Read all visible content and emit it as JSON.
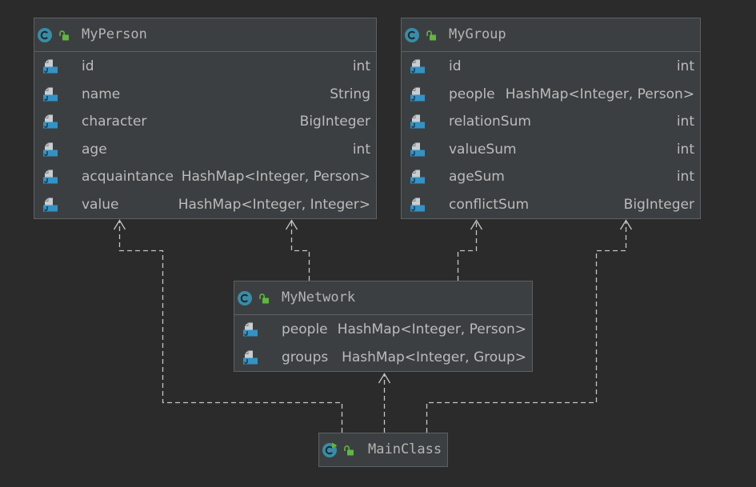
{
  "theme": {
    "background": "#2b2b2b",
    "node_fill": "#3c3f41",
    "node_border": "#5e6163",
    "text": "#bbbbbb",
    "title_text": "#b4b4b4",
    "edge": "#c4c4c4",
    "class_icon": "#3a8ca6",
    "lock_icon": "#62b543",
    "field_icon": "#3592c4"
  },
  "diagram": {
    "classes": [
      {
        "name": "MyPerson",
        "icon": "class-icon",
        "visibility_icon": "open-lock-icon",
        "fields": [
          {
            "name": "id",
            "type": "int",
            "icon": "field-icon"
          },
          {
            "name": "name",
            "type": "String",
            "icon": "field-icon"
          },
          {
            "name": "character",
            "type": "BigInteger",
            "icon": "field-icon"
          },
          {
            "name": "age",
            "type": "int",
            "icon": "field-icon"
          },
          {
            "name": "acquaintance",
            "type": "HashMap<Integer, Person>",
            "icon": "field-icon"
          },
          {
            "name": "value",
            "type": "HashMap<Integer, Integer>",
            "icon": "field-icon"
          }
        ]
      },
      {
        "name": "MyGroup",
        "icon": "class-icon",
        "visibility_icon": "open-lock-icon",
        "fields": [
          {
            "name": "id",
            "type": "int",
            "icon": "field-icon"
          },
          {
            "name": "people",
            "type": "HashMap<Integer, Person>",
            "icon": "field-icon"
          },
          {
            "name": "relationSum",
            "type": "int",
            "icon": "field-icon"
          },
          {
            "name": "valueSum",
            "type": "int",
            "icon": "field-icon"
          },
          {
            "name": "ageSum",
            "type": "int",
            "icon": "field-icon"
          },
          {
            "name": "conflictSum",
            "type": "BigInteger",
            "icon": "field-icon"
          }
        ]
      },
      {
        "name": "MyNetwork",
        "icon": "class-icon",
        "visibility_icon": "open-lock-icon",
        "fields": [
          {
            "name": "people",
            "type": "HashMap<Integer, Person>",
            "icon": "field-icon"
          },
          {
            "name": "groups",
            "type": "HashMap<Integer, Group>",
            "icon": "field-icon"
          }
        ]
      },
      {
        "name": "MainClass",
        "icon": "runnable-class-icon",
        "visibility_icon": "open-lock-icon",
        "fields": []
      }
    ],
    "dependencies": [
      {
        "from": 3,
        "to": 0
      },
      {
        "from": 2,
        "to": 0
      },
      {
        "from": 2,
        "to": 1
      },
      {
        "from": 3,
        "to": 1
      },
      {
        "from": 3,
        "to": 2
      }
    ]
  }
}
